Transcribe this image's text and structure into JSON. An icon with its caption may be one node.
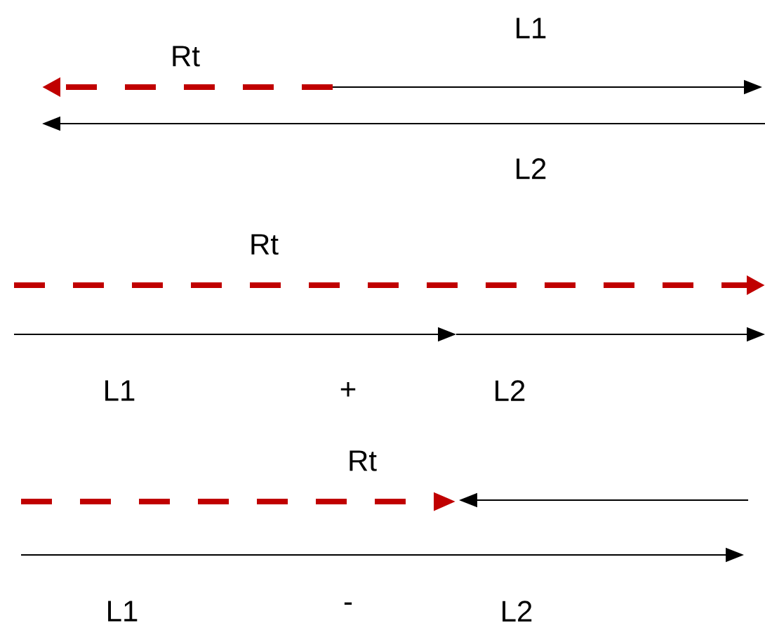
{
  "diagram": {
    "labels": [
      "Rt",
      "L1",
      "L2",
      "Rt",
      "L1",
      "+",
      "L2",
      "Rt",
      "L1",
      "-",
      "L2"
    ]
  }
}
